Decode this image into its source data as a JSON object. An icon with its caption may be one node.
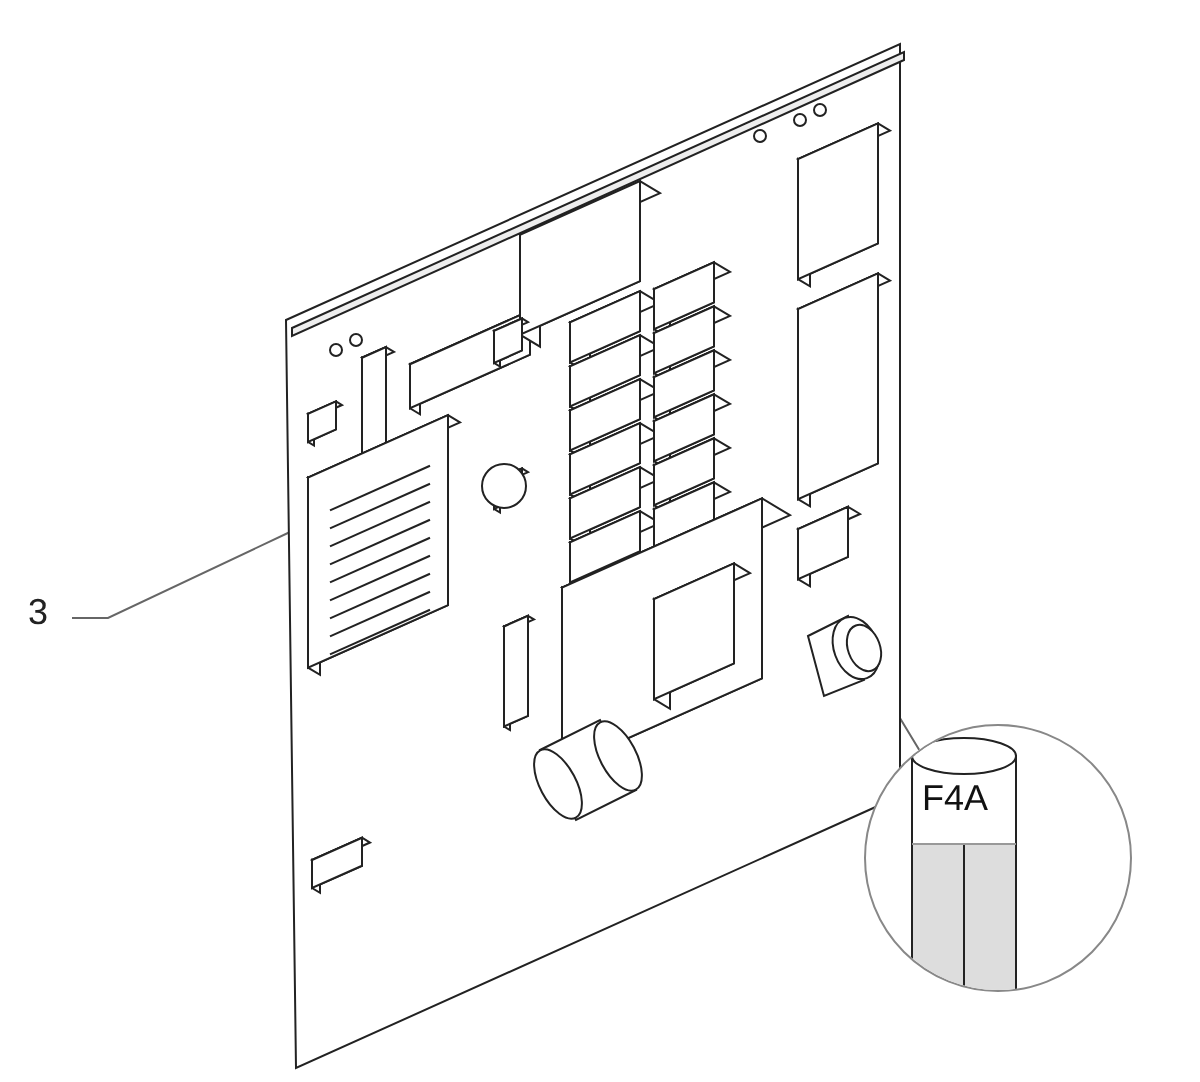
{
  "diagram": {
    "nodes": [
      {
        "text": [
          "3"
        ]
      },
      {
        "text": [],
        "shape": "picture"
      },
      {
        "text": [],
        "shape": "picture",
        "in": 1
      },
      {
        "text": [
          "F4A"
        ]
      }
    ],
    "edges": [
      {
        "from": 0,
        "to": 1,
        "arrow": "none"
      },
      {
        "from": 3,
        "to": 2,
        "arrow": "none"
      }
    ]
  }
}
